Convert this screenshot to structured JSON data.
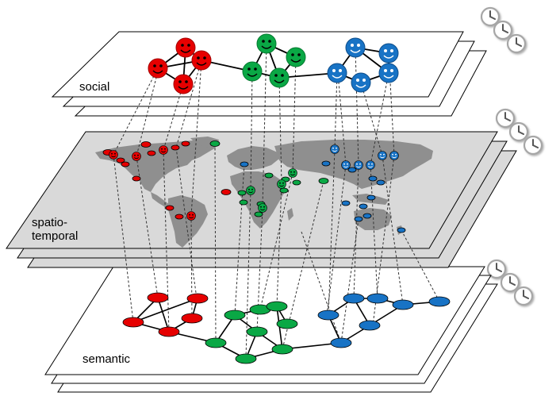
{
  "layers": {
    "social": {
      "label": "social"
    },
    "spatio": {
      "label_line1": "spatio-",
      "label_line2": "temporal"
    },
    "semantic": {
      "label": "semantic"
    }
  },
  "groups": [
    {
      "name": "red",
      "color": "#e60000"
    },
    {
      "name": "green",
      "color": "#0aa845"
    },
    {
      "name": "blue",
      "color": "#1873c5"
    }
  ],
  "colors": {
    "plane_fill": "#ffffff",
    "map_plane_fill": "#d9d9d9",
    "land_fill": "#8f8f8f",
    "edge_stroke": "#000000",
    "dashed_stroke": "#333333"
  },
  "icons": [
    "clock-icon",
    "smiley-face-icon"
  ]
}
